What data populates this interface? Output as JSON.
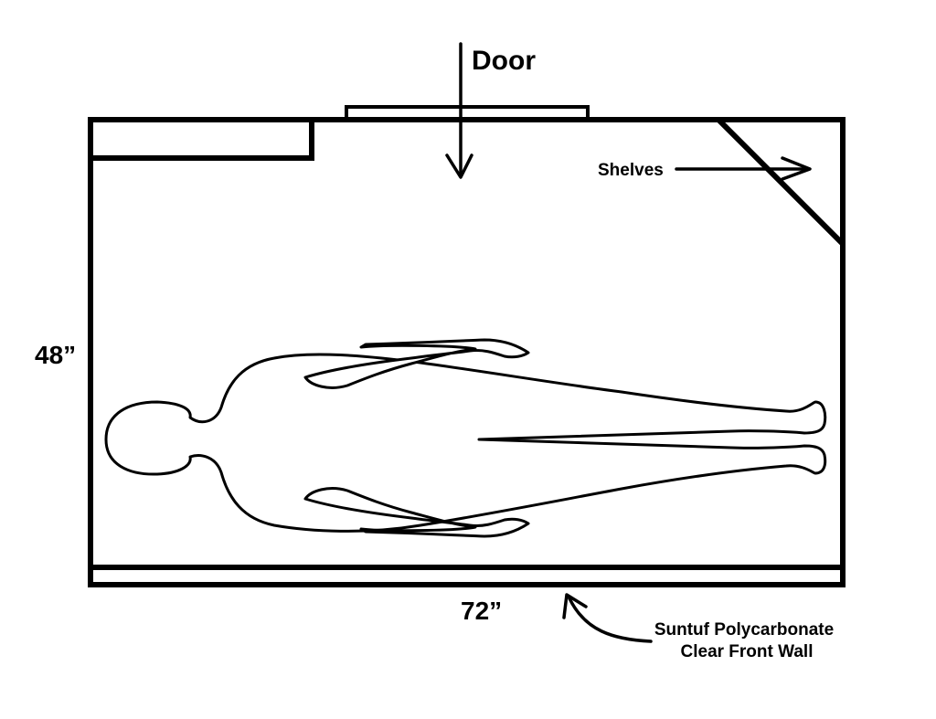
{
  "labels": {
    "door": "Door",
    "shelves": "Shelves",
    "width_dim": "48”",
    "length_dim": "72”",
    "front_wall_line1": "Suntuf Polycarbonate",
    "front_wall_line2": "Clear Front Wall"
  }
}
